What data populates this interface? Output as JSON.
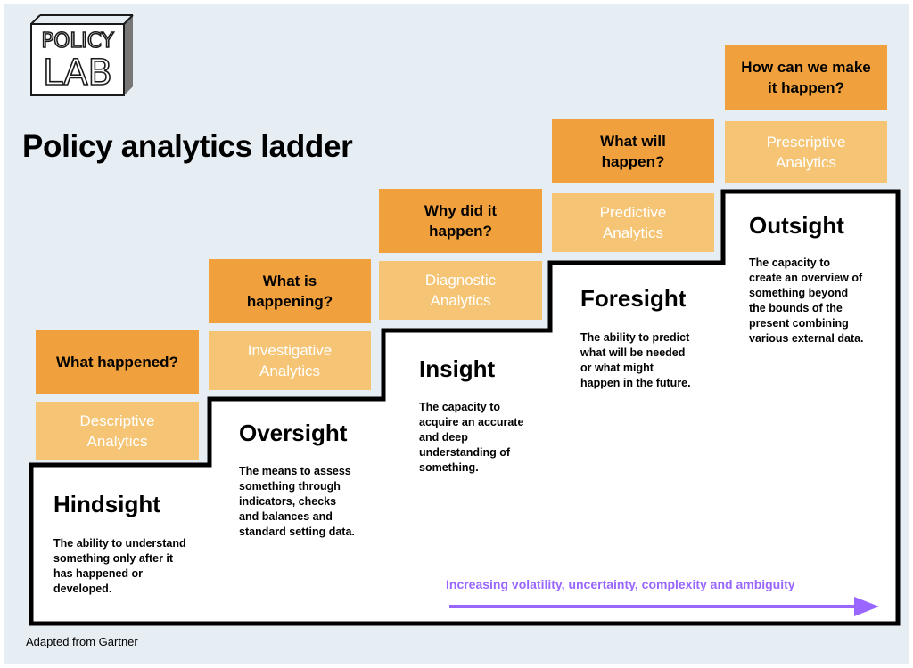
{
  "logo": {
    "line1": "POLICY",
    "line2": "LAB"
  },
  "title": "Policy analytics ladder",
  "colors": {
    "question_box": "#f0a03c",
    "type_box": "#f5c474",
    "arrow": "#9966ff",
    "outline": "#000000"
  },
  "steps": [
    {
      "question": "What happened?",
      "type": "Descriptive\nAnalytics",
      "stage": "Hindsight",
      "description": "The ability to understand\nsomething only after it\nhas happened or\ndeveloped."
    },
    {
      "question": "What is\nhappening?",
      "type": "Investigative\nAnalytics",
      "stage": "Oversight",
      "description": "The means to assess\nsomething through\nindicators, checks\nand balances and\nstandard setting data."
    },
    {
      "question": "Why did it\nhappen?",
      "type": "Diagnostic\nAnalytics",
      "stage": "Insight",
      "description": "The capacity to\nacquire an accurate\nand deep\nunderstanding of\nsomething."
    },
    {
      "question": "What will\nhappen?",
      "type": "Predictive\nAnalytics",
      "stage": "Foresight",
      "description": "The ability to predict\nwhat will be needed\nor what might\nhappen in the future."
    },
    {
      "question": "How can we make\nit happen?",
      "type": "Prescriptive\nAnalytics",
      "stage": "Outsight",
      "description": "The capacity to\ncreate an overview of\nsomething beyond\nthe bounds of the\npresent combining\nvarious external data."
    }
  ],
  "arrow_label": "Increasing volatility, uncertainty, complexity and ambiguity",
  "footer": "Adapted from Gartner"
}
